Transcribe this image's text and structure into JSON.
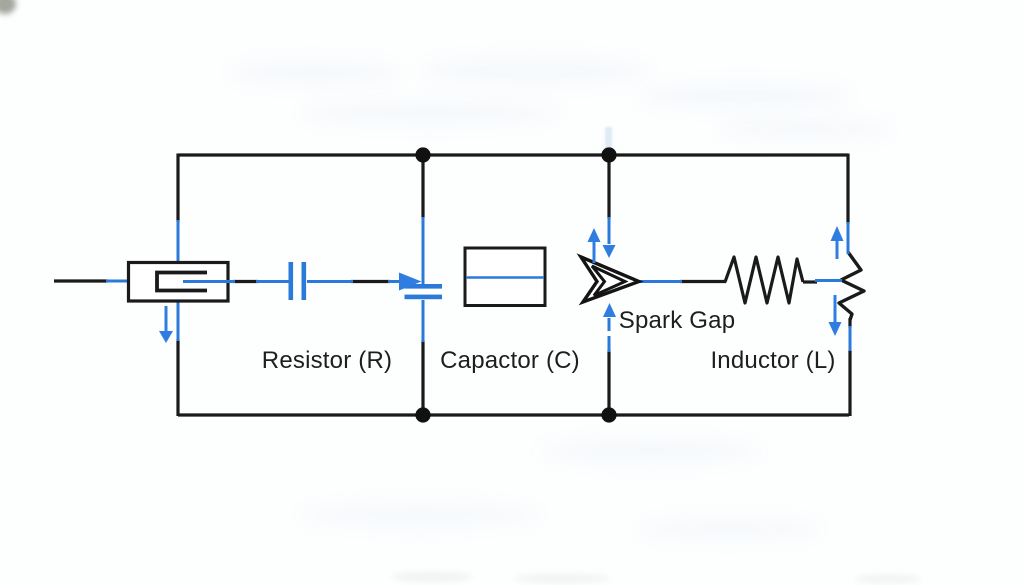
{
  "diagram": {
    "type": "circuit-diagram",
    "labels": {
      "resistor": "Resistor (R)",
      "capacitor": "Capactor (C)",
      "spark_gap": "Spark Gap",
      "inductor": "Inductor (L)"
    },
    "colors": {
      "wire": "#1a1a1a",
      "current_blue": "#2b79d8",
      "arrow_blue": "#2f7de0",
      "background": "#fdfefe"
    }
  }
}
